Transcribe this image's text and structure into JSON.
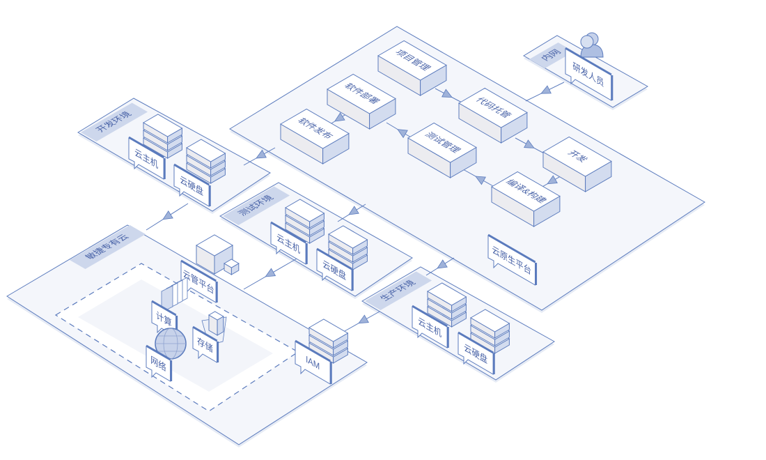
{
  "platform": {
    "label": "云原生平台",
    "steps": {
      "project": "项目管理",
      "code": "代码托管",
      "dev": "开发",
      "build": "编译&构建",
      "test": "测试管理",
      "deploy": "软件部署",
      "release": "软件发布"
    }
  },
  "intranet": {
    "label": "内网",
    "user": "研发人员"
  },
  "envs": [
    {
      "label": "开发环境",
      "host": "云主机",
      "disk": "云硬盘"
    },
    {
      "label": "测试环境",
      "host": "云主机",
      "disk": "云硬盘"
    },
    {
      "label": "生产环境",
      "host": "云主机",
      "disk": "云硬盘"
    }
  ],
  "private_cloud": {
    "label": "敏捷专有云",
    "mgmt": "云管平台",
    "compute": "计算",
    "storage": "存储",
    "network": "网络",
    "iam": "IAM"
  },
  "colors": {
    "stroke": "#5b7bbd",
    "plate": "#f4f6fb",
    "strip": "#cdd7ec",
    "box_top": "#ffffff",
    "box_front": "#ececf0",
    "box_side": "#d3dcef",
    "text": "#4a64a8"
  }
}
